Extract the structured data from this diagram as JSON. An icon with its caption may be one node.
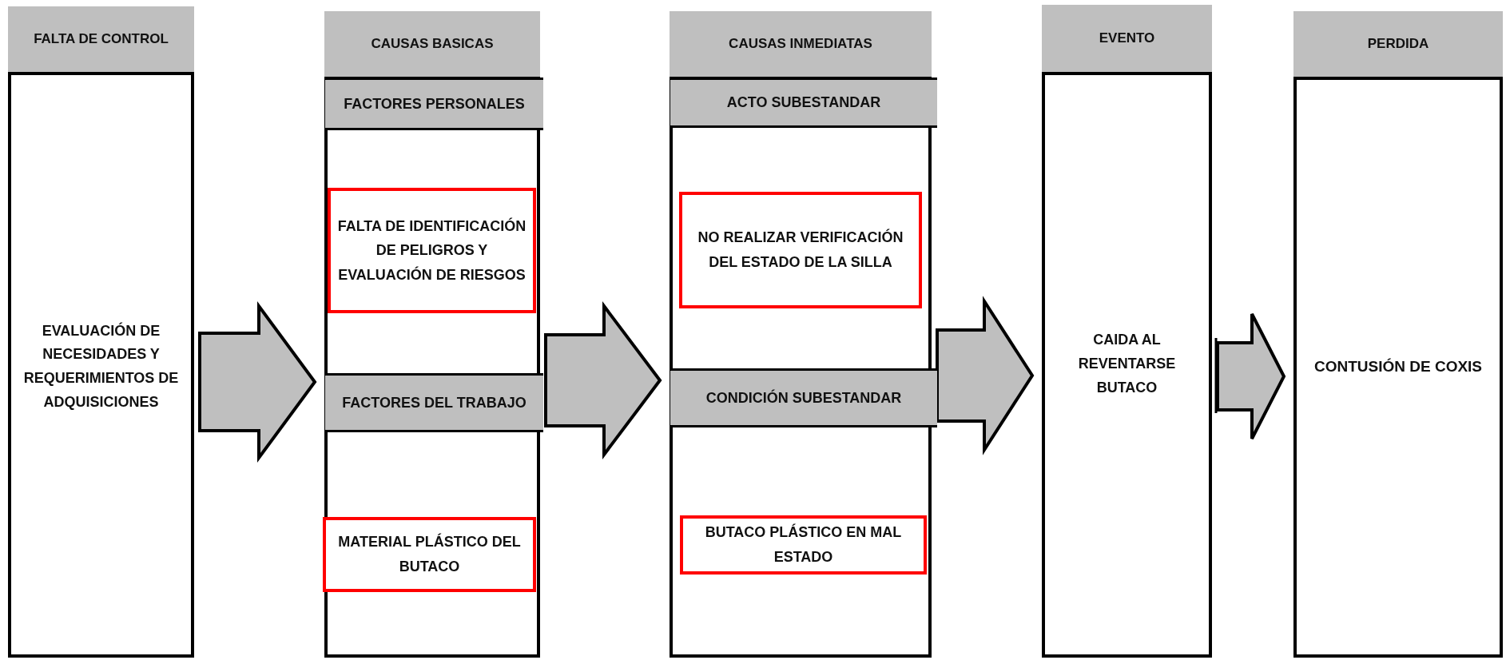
{
  "diagram": {
    "nodes": [
      {
        "text": [
          "FALTA DE CONTROL",
          "EVALUACIÓN DE NECESIDADES Y REQUERIMIENTOS DE ADQUISICIONES"
        ]
      },
      {
        "text": [
          "CAUSAS BASICAS"
        ]
      },
      {
        "text": [
          "FACTORES PERSONALES"
        ],
        "in": 1
      },
      {
        "text": [
          "FALTA DE IDENTIFICACIÓN DE PELIGROS Y EVALUACIÓN DE RIESGOS"
        ],
        "in": 1
      },
      {
        "text": [
          "FACTORES DEL TRABAJO"
        ],
        "in": 1
      },
      {
        "text": [
          "MATERIAL PLÁSTICO DEL BUTACO"
        ],
        "in": 1
      },
      {
        "text": [
          "CAUSAS INMEDIATAS"
        ]
      },
      {
        "text": [
          "ACTO SUBESTANDAR"
        ],
        "in": 6
      },
      {
        "text": [
          "NO REALIZAR VERIFICACIÓN DEL ESTADO DE LA SILLA"
        ],
        "in": 6
      },
      {
        "text": [
          "CONDICIÓN SUBESTANDAR"
        ],
        "in": 6
      },
      {
        "text": [
          "BUTACO PLÁSTICO EN MAL ESTADO"
        ],
        "in": 6
      },
      {
        "text": [
          "EVENTO",
          "CAIDA AL REVENTARSE BUTACO"
        ]
      },
      {
        "text": [
          "PERDIDA",
          "CONTUSIÓN DE COXIS"
        ]
      }
    ],
    "edges": [
      {
        "from": 0,
        "to": 1,
        "arrow": "to"
      },
      {
        "from": 1,
        "to": 6,
        "arrow": "to"
      },
      {
        "from": 6,
        "to": 11,
        "arrow": "to"
      },
      {
        "from": 11,
        "to": 12,
        "arrow": "to"
      }
    ]
  }
}
